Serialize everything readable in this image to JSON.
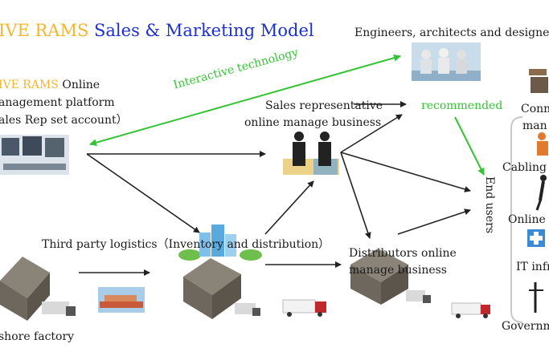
{
  "title": {
    "brand": "IVE RAMS",
    "rest": " Sales & Marketing Model"
  },
  "platform": {
    "brand": "IVE RAMS",
    "line1_rest": " Online",
    "line2": "anagement platform",
    "line3": "ales Rep set account）"
  },
  "labels": {
    "engineers": "Engineers, architects and designer",
    "interactive": "Interactive technology",
    "sales_rep_1": "Sales representative",
    "sales_rep_2": "online manage business",
    "recommended": "recommended",
    "third_party": "Third party logistics（Inventory and distribution）",
    "distributors_1": "Distributors online",
    "distributors_2": "manage business",
    "factory": "shore factory",
    "end_users": "End users"
  },
  "end_user_types": [
    {
      "line1": "Conn",
      "line2": "man"
    },
    {
      "line1": "Cabling c"
    },
    {
      "line1": "Online"
    },
    {
      "line1": "IT infr"
    },
    {
      "line1": "Governm"
    }
  ],
  "colors": {
    "accent_brand": "#f2b632",
    "accent_title": "#1c2fd0",
    "accent_green": "#35c435"
  }
}
